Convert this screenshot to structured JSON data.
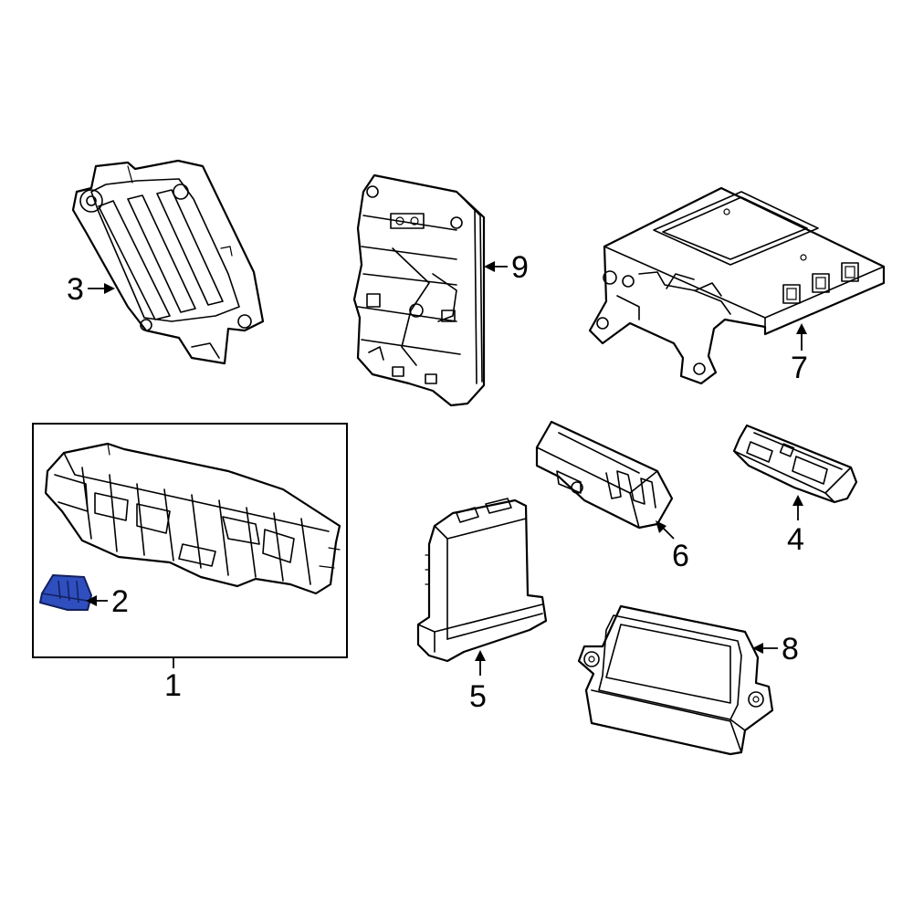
{
  "callouts": {
    "c1": "1",
    "c2": "2",
    "c3": "3",
    "c4": "4",
    "c5": "5",
    "c6": "6",
    "c7": "7",
    "c8": "8",
    "c9": "9"
  },
  "colors": {
    "line": "#000000",
    "background": "#ffffff",
    "highlight_fill": "#2f4fbf",
    "highlight_stroke": "#13205e"
  }
}
